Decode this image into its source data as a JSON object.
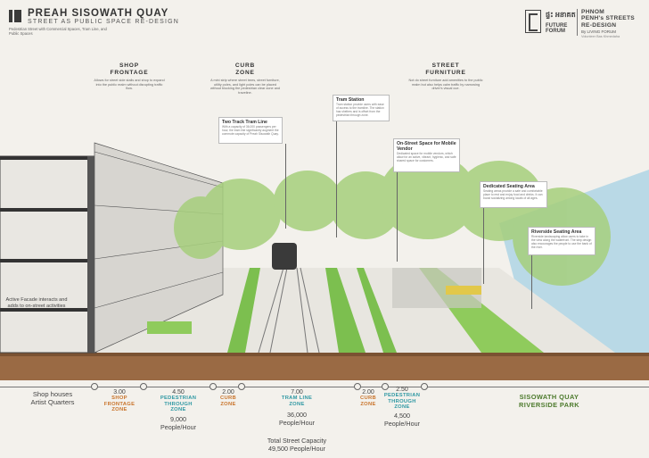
{
  "header": {
    "title": "PREAH SISOWATH QUAY",
    "subtitle": "STREET AS PUBLIC SPACE RE-DESIGN",
    "description": "Pedestrian Street with Commercial Spaces, Tram Line, and Public Spaces"
  },
  "logo": {
    "khmer": "ផ្ទះ អនាគត",
    "future_forum": "FUTURE FORUM",
    "project": [
      "PHNOM",
      "PENH's STREETS",
      "RE-DESIGN"
    ],
    "by": "By LIVING FORUM",
    "small": "Volunteer Bas Khmedaha"
  },
  "sections": {
    "shop": {
      "title": [
        "SHOP",
        "FRONTAGE"
      ],
      "desc": "Allows for street side stalls and shop to expand into the public realm without disrupting traffic flow."
    },
    "curb": {
      "title": [
        "CURB",
        "ZONE"
      ],
      "desc": "A mini strip where street trees, street furniture, utility poles, and light poles can be placed without blocking the pedestrian clear zone and traveline."
    },
    "street": {
      "title": [
        "STREET",
        "FURNITURE"
      ],
      "desc": "Not do street furniture add amenities to the public realm but also helps calm traffic by narrowing driver's visual cue."
    }
  },
  "callouts": {
    "tram_line": {
      "title": "Two Track Tram Line",
      "desc": "With a capacity of 36,000 passengers per hour, the tram line significantly augment the commute capacity of Preah Sisowath Quay."
    },
    "tram_station": {
      "title": "Tram Station",
      "desc": "Tram station provide users with ease of access to the tramline. The station has shelters and is offset from the pedestrian through zone."
    },
    "vendor": {
      "title": "On-Street Space for Mobile Vendor",
      "desc": "Dedicated space for mobile vendors, which allow for an active, vibrant, hygienic, and safe shared space for customers."
    },
    "seating": {
      "title": "Dedicated Seating Area",
      "desc": "Seating areas provide a safe and comfortable place to rest and enjoy food and drinks. It can boost socializing among locals of all ages."
    },
    "riverside": {
      "title": "Riverside Seating Area",
      "desc": "Riverside landscaping allow users to take in the view along the waterfront. The step design also encourages the people to use the bank of the river."
    },
    "facade": {
      "title": "Active Facade interacts and adds to on-street activities"
    }
  },
  "left_label": [
    "Shop houses",
    "Artist Quarters"
  ],
  "dimensions": [
    {
      "width": "3.00",
      "zone": [
        "SHOP",
        "FRONTAGE",
        "ZONE"
      ],
      "color": "orange",
      "capacity": []
    },
    {
      "width": "4.50",
      "zone": [
        "PEDESTRIAN",
        "THROUGH",
        "ZONE"
      ],
      "color": "teal",
      "capacity": [
        "9,000",
        "People/Hour"
      ]
    },
    {
      "width": "2.00",
      "zone": [
        "CURB",
        "ZONE"
      ],
      "color": "orange",
      "capacity": []
    },
    {
      "width": "7.00",
      "zone": [
        "TRAM LINE",
        "ZONE"
      ],
      "color": "teal",
      "capacity": [
        "36,000",
        "People/Hour"
      ]
    },
    {
      "width": "2.00",
      "zone": [
        "CURB",
        "ZONE"
      ],
      "color": "orange",
      "capacity": []
    },
    {
      "width": "2.50",
      "zone": [
        "PEDESTRIAN",
        "THROUGH",
        "ZONE"
      ],
      "color": "teal",
      "capacity": [
        "4,500",
        "People/Hour"
      ]
    }
  ],
  "total_capacity": [
    "Total Street Capacity",
    "49,500 People/Hour"
  ],
  "park_label": [
    "SISOWATH QUAY",
    "RIVERSIDE PARK"
  ],
  "colors": {
    "orange": "#c9742b",
    "teal": "#2f98a3",
    "green": "#4c7a2c",
    "soil": "#9a6a44",
    "grass": "#7cbf4f",
    "water": "#b9d9e6"
  }
}
